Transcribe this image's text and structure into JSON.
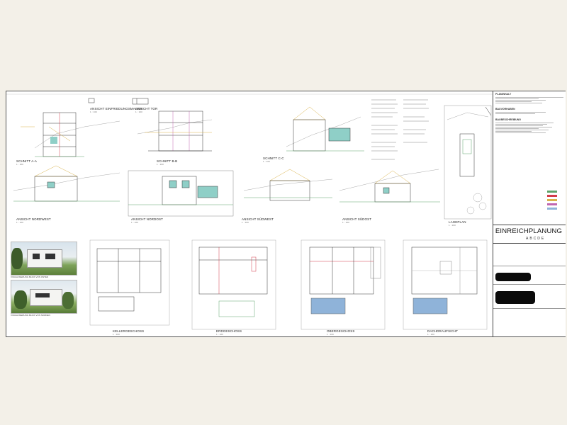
{
  "sheet": {
    "project_title": "EINREICHPLANUNG",
    "logo_text": "ABCDE",
    "views": {
      "schnitt_aa": "SCHNITT A-A",
      "schnitt_bb": "SCHNITT B-B",
      "schnitt_cc": "SCHNITT C-C",
      "ansicht_einfriedung": "ANSICHT EINFRIEDUNGSMAUER",
      "ansicht_tor": "ANSICHT TOR",
      "ansicht_nordwest": "ANSICHT NORDWEST",
      "ansicht_nordost": "ANSICHT NORDOST",
      "ansicht_suedwest": "ANSICHT SÜDWEST",
      "ansicht_suedost": "ANSICHT SÜDOST",
      "lageplan": "LAGEPLAN",
      "kellergeschoss": "KELLERGESCHOSS",
      "erdgeschoss": "ERDGESCHOSS",
      "obergeschoss": "OBERGESCHOSS",
      "dachdraufsicht": "DACHDRAUFSICHT"
    },
    "scale": "1 : 100",
    "render_captions": [
      "VISUALISIERUNG BLICK VON OSTEN",
      "VISUALISIERUNG BLICK VON NORDEN"
    ],
    "titleblock": {
      "planinhalt": "PLANINHALT",
      "bauvorhaben": "BAUVORHABEN",
      "baubeschreibung": "BAUBESCHREIBUNG"
    }
  },
  "colors": {
    "line": "#333333",
    "red": "#d23c4a",
    "green": "#5fa36a",
    "yellow": "#d9b24a",
    "teal": "#8fcfc7",
    "blue": "#8fb3d9",
    "magenta": "#c066b0"
  }
}
